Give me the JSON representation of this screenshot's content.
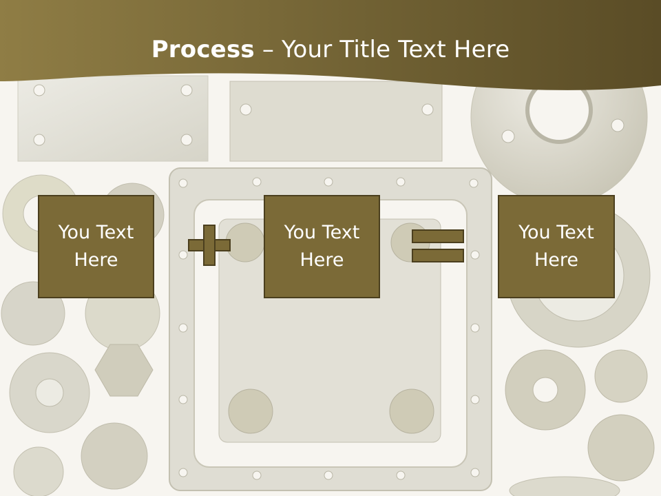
{
  "slide": {
    "title_bold": "Process",
    "title_rest": " – Your Title Text Here",
    "boxes": [
      {
        "label": "You Text\nHere"
      },
      {
        "label": "You Text\nHere"
      },
      {
        "label": "You Text\nHere"
      }
    ],
    "operators": [
      "plus-icon",
      "equals-icon"
    ]
  },
  "colors": {
    "banner": "#7a6a3a",
    "box_fill": "#7b6a37",
    "box_border": "#4b3f1e",
    "text": "#ffffff"
  }
}
